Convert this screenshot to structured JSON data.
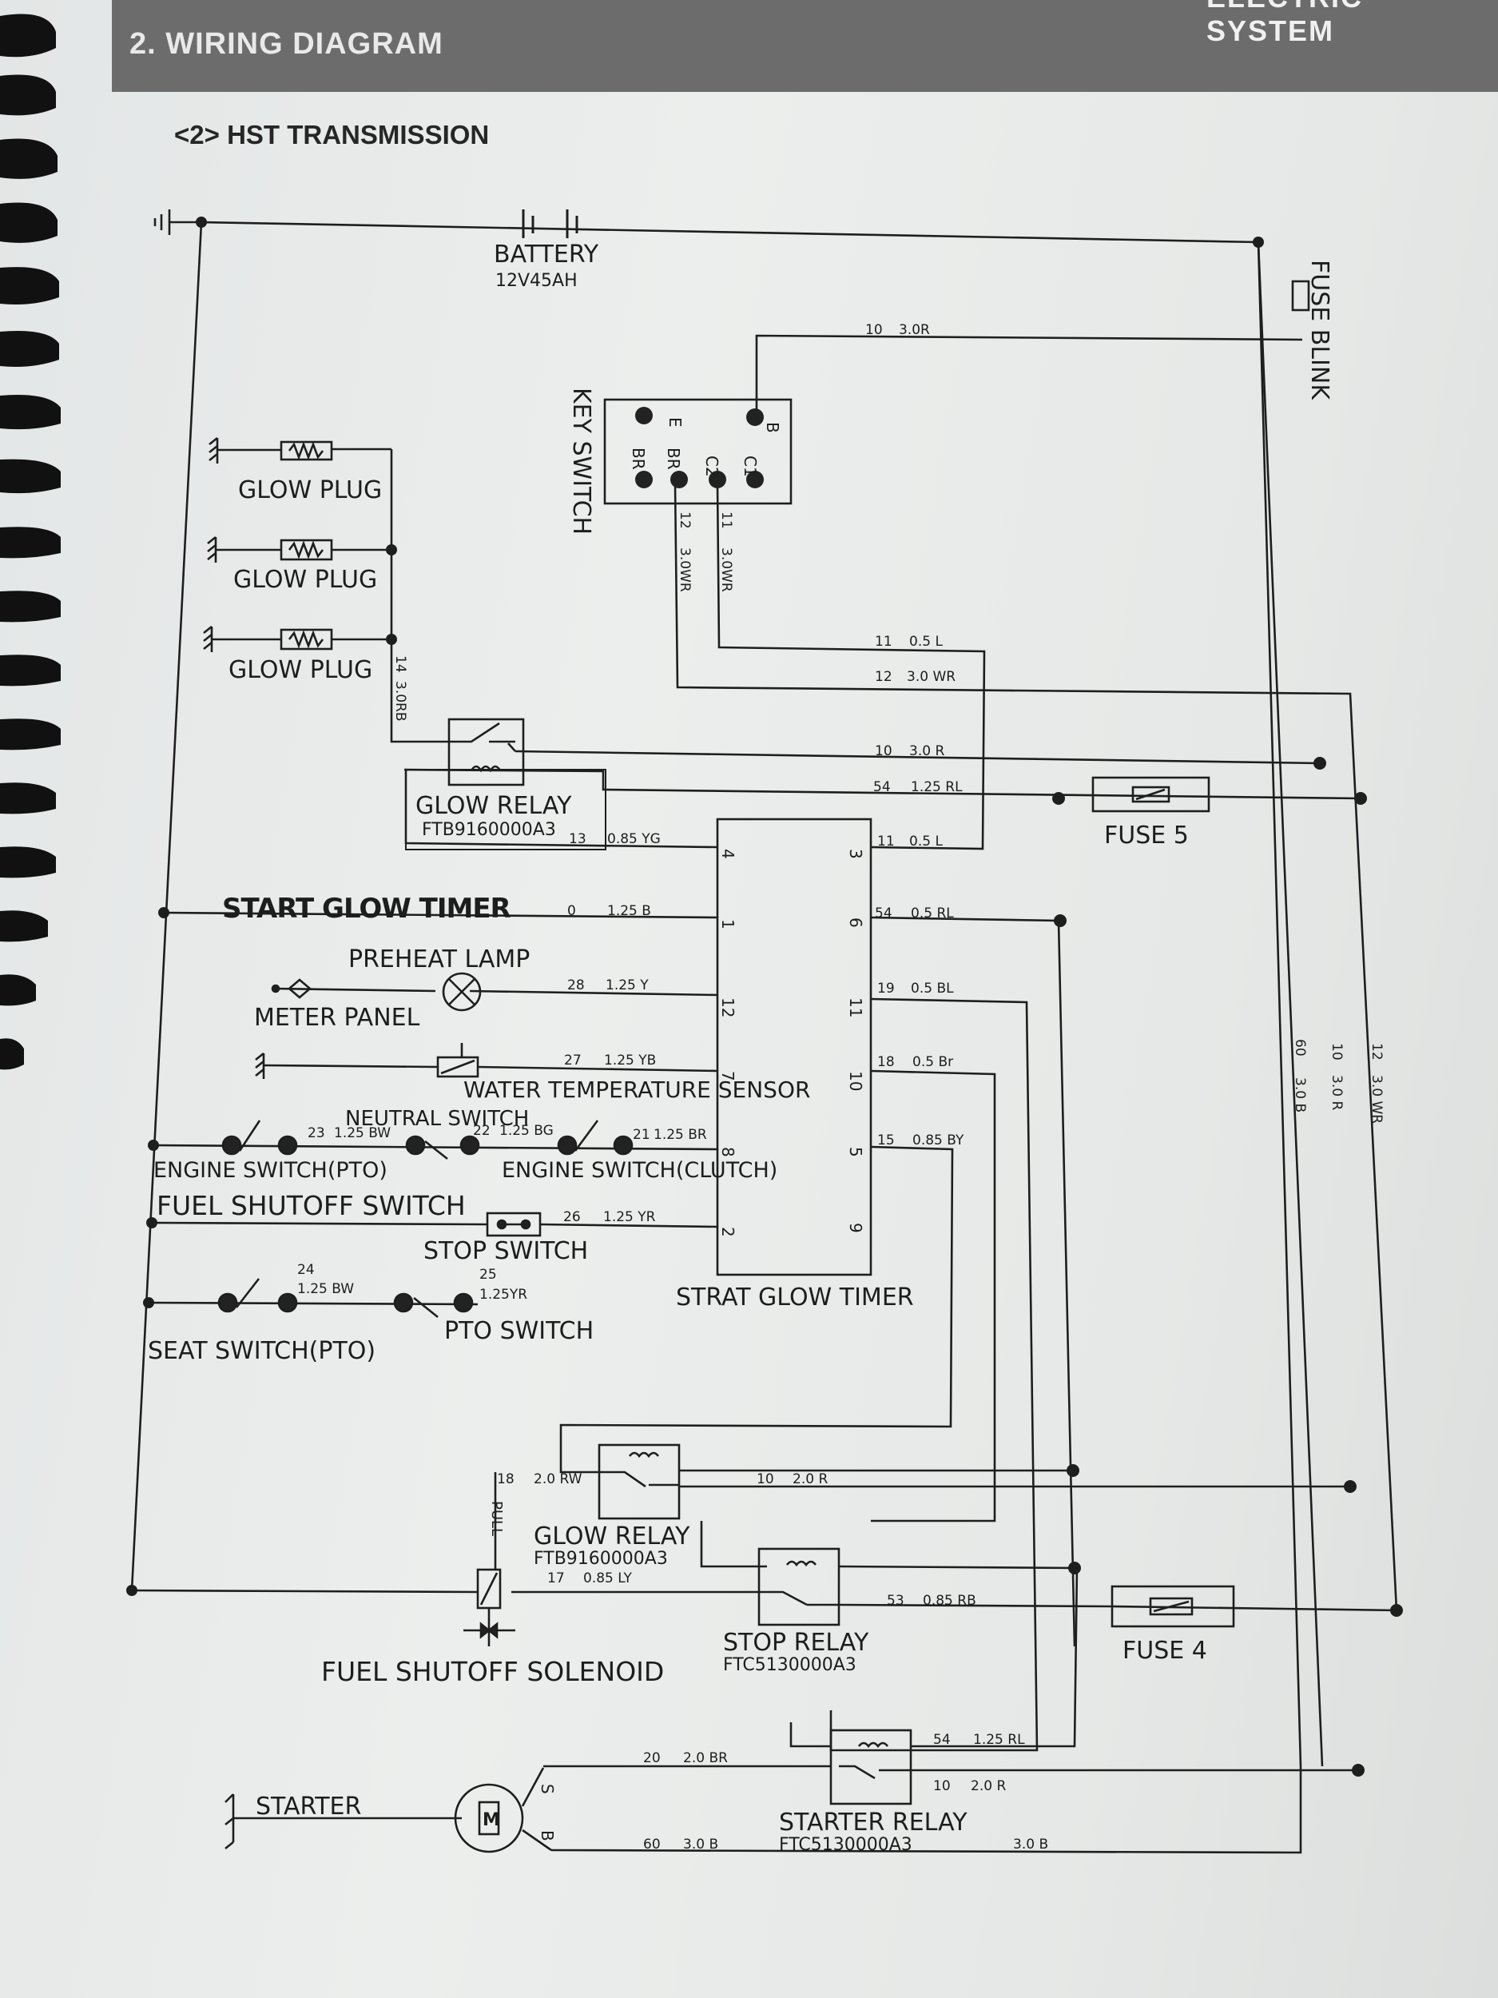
{
  "header": {
    "section_title": "2. WIRING DIAGRAM",
    "corner_label": "ELECTRIC SYSTEM",
    "subsection_title": "<2> HST TRANSMISSION"
  },
  "components": {
    "battery": {
      "name": "BATTERY",
      "rating": "12V45AH"
    },
    "fuse_blink": "FUSE BLINK",
    "key_switch": {
      "name": "KEY SWITCH",
      "terminals": [
        "B",
        "C1",
        "C2",
        "BR",
        "BR",
        "E"
      ]
    },
    "glow_plug": "GLOW PLUG",
    "glow_relay_1": {
      "name": "GLOW RELAY",
      "part": "FTB9160000A3"
    },
    "fuse_5": "FUSE 5",
    "start_glow_timer": "START GLOW TIMER",
    "preheat_lamp": "PREHEAT LAMP",
    "meter_panel": "METER PANEL",
    "water_temp_sensor": "WATER TEMPERATURE SENSOR",
    "neutral_switch": "NEUTRAL SWITCH",
    "engine_switch_pto": "ENGINE SWITCH(PTO)",
    "engine_switch_clutch": "ENGINE SWITCH(CLUTCH)",
    "fuel_shutoff_switch": "FUEL SHUTOFF SWITCH",
    "stop_switch": "STOP SWITCH",
    "seat_switch": "SEAT SWITCH(PTO)",
    "pto_switch": "PTO SWITCH",
    "strat_glow_timer": "STRAT GLOW TIMER",
    "glow_relay_2": {
      "name": "GLOW RELAY",
      "part": "FTB9160000A3"
    },
    "pull": "PULL",
    "fuel_shutoff_solenoid": "FUEL SHUTOFF SOLENOID",
    "stop_relay": {
      "name": "STOP RELAY",
      "part": "FTC5130000A3"
    },
    "fuse_4": "FUSE 4",
    "starter": "STARTER",
    "starter_motor": {
      "symbol": "M",
      "terminals": [
        "S",
        "B"
      ]
    },
    "starter_relay": {
      "name": "STARTER RELAY",
      "part": "FTC5130000A3"
    }
  },
  "timer_pins": {
    "left": [
      "4",
      "1",
      "12",
      "7",
      "8",
      "2"
    ],
    "right": [
      "3",
      "6",
      "11",
      "10",
      "5",
      "9"
    ]
  },
  "wires": {
    "w10_30r_top": {
      "num": "10",
      "spec": "3.0R"
    },
    "w11_30wr": {
      "num": "11",
      "spec": "3.0WR"
    },
    "w12_30wr": {
      "num": "12",
      "spec": "3.0WR"
    },
    "w11_05l": {
      "num": "11",
      "spec": "0.5 L"
    },
    "w12_30wr_b": {
      "num": "12",
      "spec": "3.0 WR"
    },
    "w14_30rb": {
      "num": "14",
      "spec": "3.0RB"
    },
    "w10_30r": {
      "num": "10",
      "spec": "3.0 R"
    },
    "w54_125rl": {
      "num": "54",
      "spec": "1.25 RL"
    },
    "w13_085yg": {
      "num": "13",
      "spec": "0.85 YG"
    },
    "w11_05l_b": {
      "num": "11",
      "spec": "0.5 L"
    },
    "w0_125b": {
      "num": "0",
      "spec": "1.25 B"
    },
    "w54_05rl": {
      "num": "54",
      "spec": "0.5 RL"
    },
    "w28_125y": {
      "num": "28",
      "spec": "1.25 Y"
    },
    "w19_05bl": {
      "num": "19",
      "spec": "0.5 BL"
    },
    "w27_125yb": {
      "num": "27",
      "spec": "1.25 YB"
    },
    "w18_05br": {
      "num": "18",
      "spec": "0.5 Br"
    },
    "w23_125bw": {
      "num": "23",
      "spec": "1.25 BW"
    },
    "w22_125bg": {
      "num": "22",
      "spec": "1.25 BG"
    },
    "w21_125br": {
      "num": "21",
      "spec": "1.25 BR"
    },
    "w15_085by": {
      "num": "15",
      "spec": "0.85 BY"
    },
    "w26_125yr": {
      "num": "26",
      "spec": "1.25 YR"
    },
    "w24_125bw": {
      "num": "24",
      "spec": "1.25 BW"
    },
    "w25_125yr": {
      "num": "25",
      "spec": "1.25YR"
    },
    "w18_20rw": {
      "num": "18",
      "spec": "2.0 RW"
    },
    "w10_20r": {
      "num": "10",
      "spec": "2.0 R"
    },
    "w17_085ly": {
      "num": "17",
      "spec": "0.85 LY"
    },
    "w53_085rb": {
      "num": "53",
      "spec": "0.85 RB"
    },
    "w54_125rl_b": {
      "num": "54",
      "spec": "1.25 RL"
    },
    "w20_20br": {
      "num": "20",
      "spec": "2.0 BR"
    },
    "w10_20r_b": {
      "num": "10",
      "spec": "2.0 R"
    },
    "w60_30b": {
      "num": "60",
      "spec": "3.0 B"
    },
    "w30b": {
      "spec": "3.0 B"
    },
    "bus_60_30b": {
      "num": "60",
      "spec": "3.0 B"
    },
    "bus_10_30r": {
      "num": "10",
      "spec": "3.0 R"
    },
    "bus_12_30wr": {
      "num": "12",
      "spec": "3.0 WR"
    }
  },
  "colors": {
    "line": "#1e1e1e",
    "header_band": "#6c6c6c",
    "page": "#e8eaea"
  }
}
